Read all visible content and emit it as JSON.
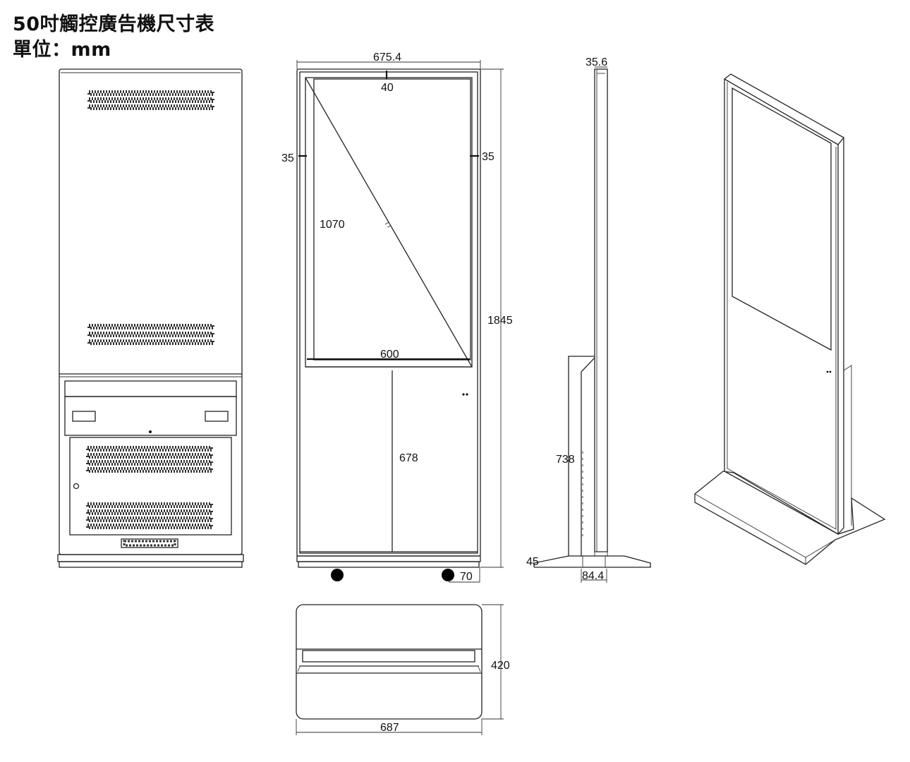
{
  "title": {
    "line1": "50吋觸控廣告機尺寸表",
    "line2": "單位：mm"
  },
  "dimensions": {
    "front_width": "675.4",
    "bezel_top": "40",
    "bezel_left": "35",
    "bezel_right": "35",
    "screen_height": "1070",
    "total_height": "1845",
    "screen_width": "600",
    "cabinet_height": "678",
    "wheel_height": "70",
    "side_depth": "35.6",
    "side_base_height": "738",
    "foot_height": "45",
    "side_base_width": "84.4",
    "base_depth": "420",
    "base_width": "687"
  }
}
